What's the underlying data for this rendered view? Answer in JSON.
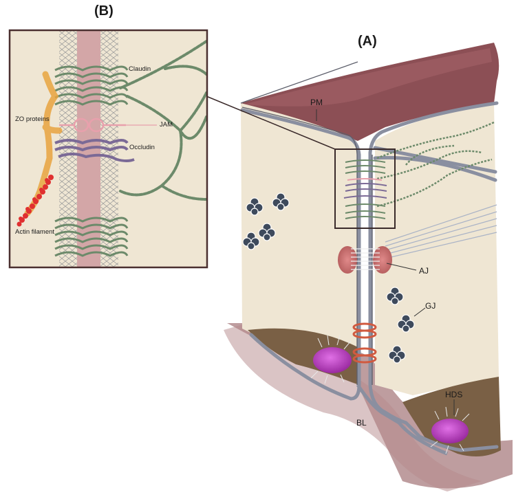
{
  "panels": {
    "inset_title": "(B)",
    "main_title": "(A)"
  },
  "labels": {
    "claudin": "Claudin",
    "zo_proteins": "ZO proteins",
    "jam": "JAM",
    "occludin": "Occludin",
    "actin_filament": "Actin filament",
    "pm": "PM",
    "aj": "AJ",
    "gj": "GJ",
    "hds": "HDS",
    "bl": "BL"
  },
  "colors": {
    "cytoplasm": "#efe6d3",
    "membrane": "#8a8fa0",
    "claudin": "#6c8a6a",
    "occludin": "#7b6a96",
    "jam": "#e8a0ac",
    "zo": "#e8a440",
    "actin": "#e03030",
    "adherens": "#c86a6a",
    "gap_junction": "#3e4a5c",
    "hemidesmosome": "#b03ab8",
    "cell_top": "#8e5458",
    "basal_lamina": "#a5787a",
    "basal_cell": "#7a6045"
  }
}
